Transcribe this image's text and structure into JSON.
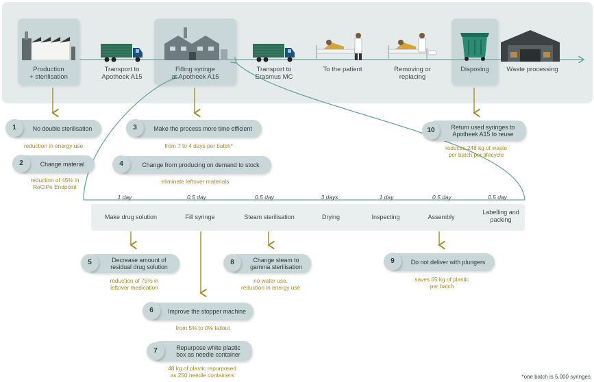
{
  "colors": {
    "band": "#e5ebeb",
    "panel": "#c9d7d9",
    "line": "#6aa3a0",
    "arrow": "#a88a28",
    "impact_text": "#a88a28",
    "text": "#3d4a4a"
  },
  "stages": [
    {
      "label": "Production\n+ sterilisation",
      "icon": "factory-icon",
      "highlighted": true
    },
    {
      "label": "Transport to\nApotheek A15",
      "icon": "truck-icon",
      "highlighted": false
    },
    {
      "label": "Filling syringe\nat Apotheek A15",
      "icon": "pharmacy-building-icon",
      "highlighted": true
    },
    {
      "label": "Transport to\nErasmus MC",
      "icon": "truck-icon",
      "highlighted": false
    },
    {
      "label": "To the patient",
      "icon": "patient-bed-icon",
      "highlighted": false
    },
    {
      "label": "Removing or\nreplacing",
      "icon": "patient-bed-icon",
      "highlighted": false
    },
    {
      "label": "Disposing",
      "icon": "waste-bin-icon",
      "highlighted": true
    },
    {
      "label": "Waste processing",
      "icon": "warehouse-icon",
      "highlighted": false
    }
  ],
  "process_steps": [
    {
      "label": "Make drug solution",
      "duration": "1 day"
    },
    {
      "label": "Fill syringe",
      "duration": "0.5 day"
    },
    {
      "label": "Steam sterilisation",
      "duration": "0.5 day"
    },
    {
      "label": "Drying",
      "duration": "3 days"
    },
    {
      "label": "Inspecting",
      "duration": "1 day"
    },
    {
      "label": "Assembly",
      "duration": "0.5 day"
    },
    {
      "label": "Labelling and\npacking",
      "duration": "0.5 day"
    }
  ],
  "interventions": [
    {
      "number": "1",
      "text": "No double sterilisation",
      "impact": "reduction in energy use"
    },
    {
      "number": "2",
      "text": "Change material",
      "impact": "reduction of 45% in\nReCiPe Endpoint"
    },
    {
      "number": "3",
      "text": "Make the process more time efficient",
      "impact": "from 7 to 4 days per batch*"
    },
    {
      "number": "4",
      "text": "Change from producing on demand to stock",
      "impact": "eliminate leftover materials"
    },
    {
      "number": "5",
      "text": "Decrease amount of\nresidual drug solution",
      "impact": "reduction of 75% in\nleftover medication"
    },
    {
      "number": "6",
      "text": "Improve the stopper machine",
      "impact": "from 5% to 0% fallout"
    },
    {
      "number": "7",
      "text": "Repurpose white plastic\nbox as needle container",
      "impact": "48 kg of plastic repurposed\nas 250 needle containers"
    },
    {
      "number": "8",
      "text": "Change steam to\ngamma sterilisation",
      "impact": "no water use,\nreduction in energy use"
    },
    {
      "number": "9",
      "text": "Do not deliver with plungers",
      "impact": "saves 65 kg of plastic\nper batch"
    },
    {
      "number": "10",
      "text": "Return used syringes to\nApotheek A15 to reuse",
      "impact": "reduces 248 kg of waste\nper batch per lifecycle"
    }
  ],
  "footnote": "*one batch is 5.000 syringes"
}
